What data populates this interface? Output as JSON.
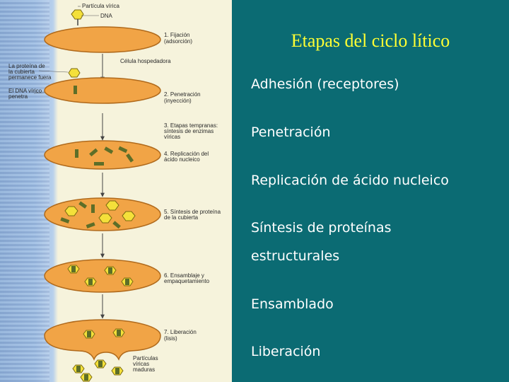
{
  "title": "Etapas del ciclo lítico",
  "steps": [
    "Adhesión (receptores)",
    "Penetración",
    "Replicación de ácido nucleico",
    "Síntesis de proteínas",
    "estructurales",
    "Ensamblado",
    "Liberación"
  ],
  "figure": {
    "labels": {
      "viral_particle": "Partícula vírica",
      "dna": "DNA",
      "step1": [
        "1. Fijación",
        "(adsorción)"
      ],
      "host_cell": "Célula hospedadora",
      "coat_note": [
        "La proteína de",
        "la cubierta",
        "permanece fuera"
      ],
      "dna_note": [
        "El DNA vírico",
        "penetra"
      ],
      "step2": [
        "2. Penetración",
        "(inyección)"
      ],
      "step3": [
        "3. Etapas tempranas:",
        "síntesis de enzimas",
        "víricas"
      ],
      "step4": [
        "4. Replicación del",
        "ácido nucleico"
      ],
      "step5": [
        "5. Síntesis de proteína",
        "de la cubierta"
      ],
      "step6": [
        "6. Ensamblaje y",
        "empaquetamiento"
      ],
      "step7": [
        "7. Liberación",
        "(lisis)"
      ],
      "mature": [
        "Partículas",
        "víricas",
        "maduras"
      ]
    }
  },
  "colors": {
    "background": "#0b6b73",
    "title": "#ffff33",
    "text": "#ffffff",
    "cell_fill": "#f1a446",
    "dna_segment": "#5d6e28",
    "capsid": "#f4e03a"
  }
}
